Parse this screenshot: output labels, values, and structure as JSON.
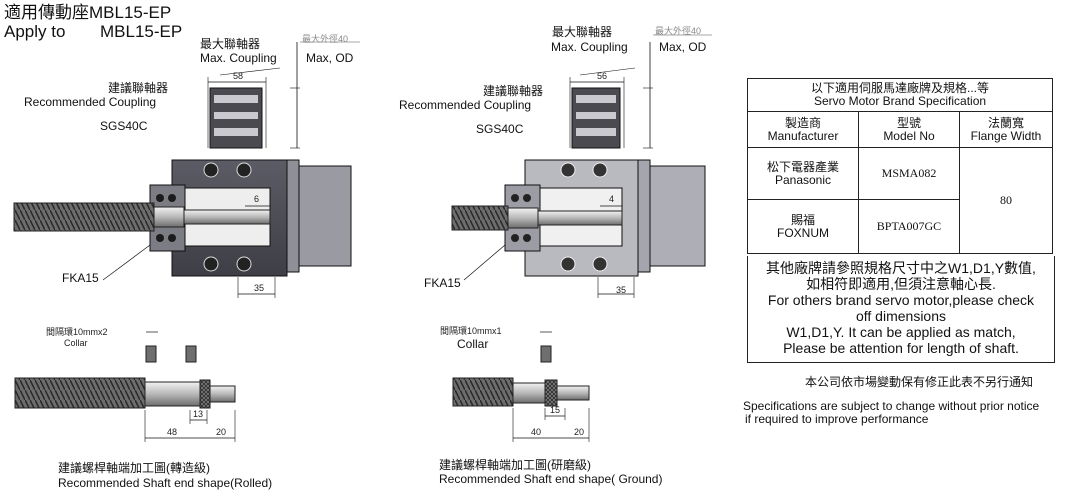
{
  "header": {
    "title_zh": "適用傳動座MBL15-EP",
    "apply_to_label": "Apply to",
    "apply_to_model": "MBL15-EP"
  },
  "left_drawing": {
    "max_coupling_zh": "最大聯軸器",
    "max_coupling_en": "Max. Coupling",
    "max_od_zh": "最大外徑40",
    "max_od_en": "Max, OD",
    "dim_coupling_width": "58",
    "recommended_zh": "建議聯軸器",
    "recommended_en": "Recommended Coupling",
    "coupling_model": "SGS40C",
    "dim_inner": "6",
    "dim_bottom": "35",
    "bearing": "FKA15",
    "collar_zh": "間隔環10mmx2",
    "collar_en": "Collar",
    "dim_13": "13",
    "dim_48": "48",
    "dim_20": "20",
    "shaft_title_zh": "建議螺桿軸端加工圖(轉造級)",
    "shaft_title_en": "Recommended Shaft end shape(Rolled)"
  },
  "right_drawing": {
    "max_coupling_zh": "最大聯軸器",
    "max_coupling_en": "Max. Coupling",
    "max_od_zh": "最大外徑40",
    "max_od_en": "Max, OD",
    "dim_coupling_width": "56",
    "recommended_zh": "建議聯軸器",
    "recommended_en": "Recommended Coupling",
    "coupling_model": "SGS40C",
    "dim_inner": "4",
    "dim_bottom": "35",
    "bearing": "FKA15",
    "collar_zh": "間隔環10mmx1",
    "collar_en": "Collar",
    "dim_15": "15",
    "dim_40": "40",
    "dim_20": "20",
    "shaft_title_zh": "建議螺桿軸端加工圖(研磨級)",
    "shaft_title_en": "Recommended Shaft end shape( Ground)"
  },
  "spec_table": {
    "header_zh": "以下適用伺服馬達廠牌及規格...等",
    "header_en": "Servo Motor Brand Specification",
    "col_manufacturer_zh": "製造商",
    "col_manufacturer_en": "Manufacturer",
    "col_model_zh": "型號",
    "col_model_en": "Model No",
    "col_flange_zh": "法蘭寬",
    "col_flange_en": "Flange Width",
    "rows": [
      {
        "maker_zh": "松下電器產業",
        "maker_en": "Panasonic",
        "model": "MSMA082"
      },
      {
        "maker_zh": "賜福",
        "maker_en": "FOXNUM",
        "model": "BPTA007GC"
      }
    ],
    "flange_width": "80"
  },
  "note": {
    "line1_zh": "其他廠牌請參照規格尺寸中之W1,D1,Y數值,",
    "line2_zh": "如相符即適用,但須注意軸心長.",
    "line3_en": "For others brand servo motor,please check",
    "line4_en": "off dimensions",
    "line5_en": "W1,D1,Y. It can be applied as match,",
    "line6_en": "Please be attention for length of shaft."
  },
  "footer": {
    "notice_zh": "本公司依市場變動保有修正此表不另行通知",
    "notice_en1": "Specifications are subject to change without prior notice",
    "notice_en2": "if required to improve performance"
  }
}
